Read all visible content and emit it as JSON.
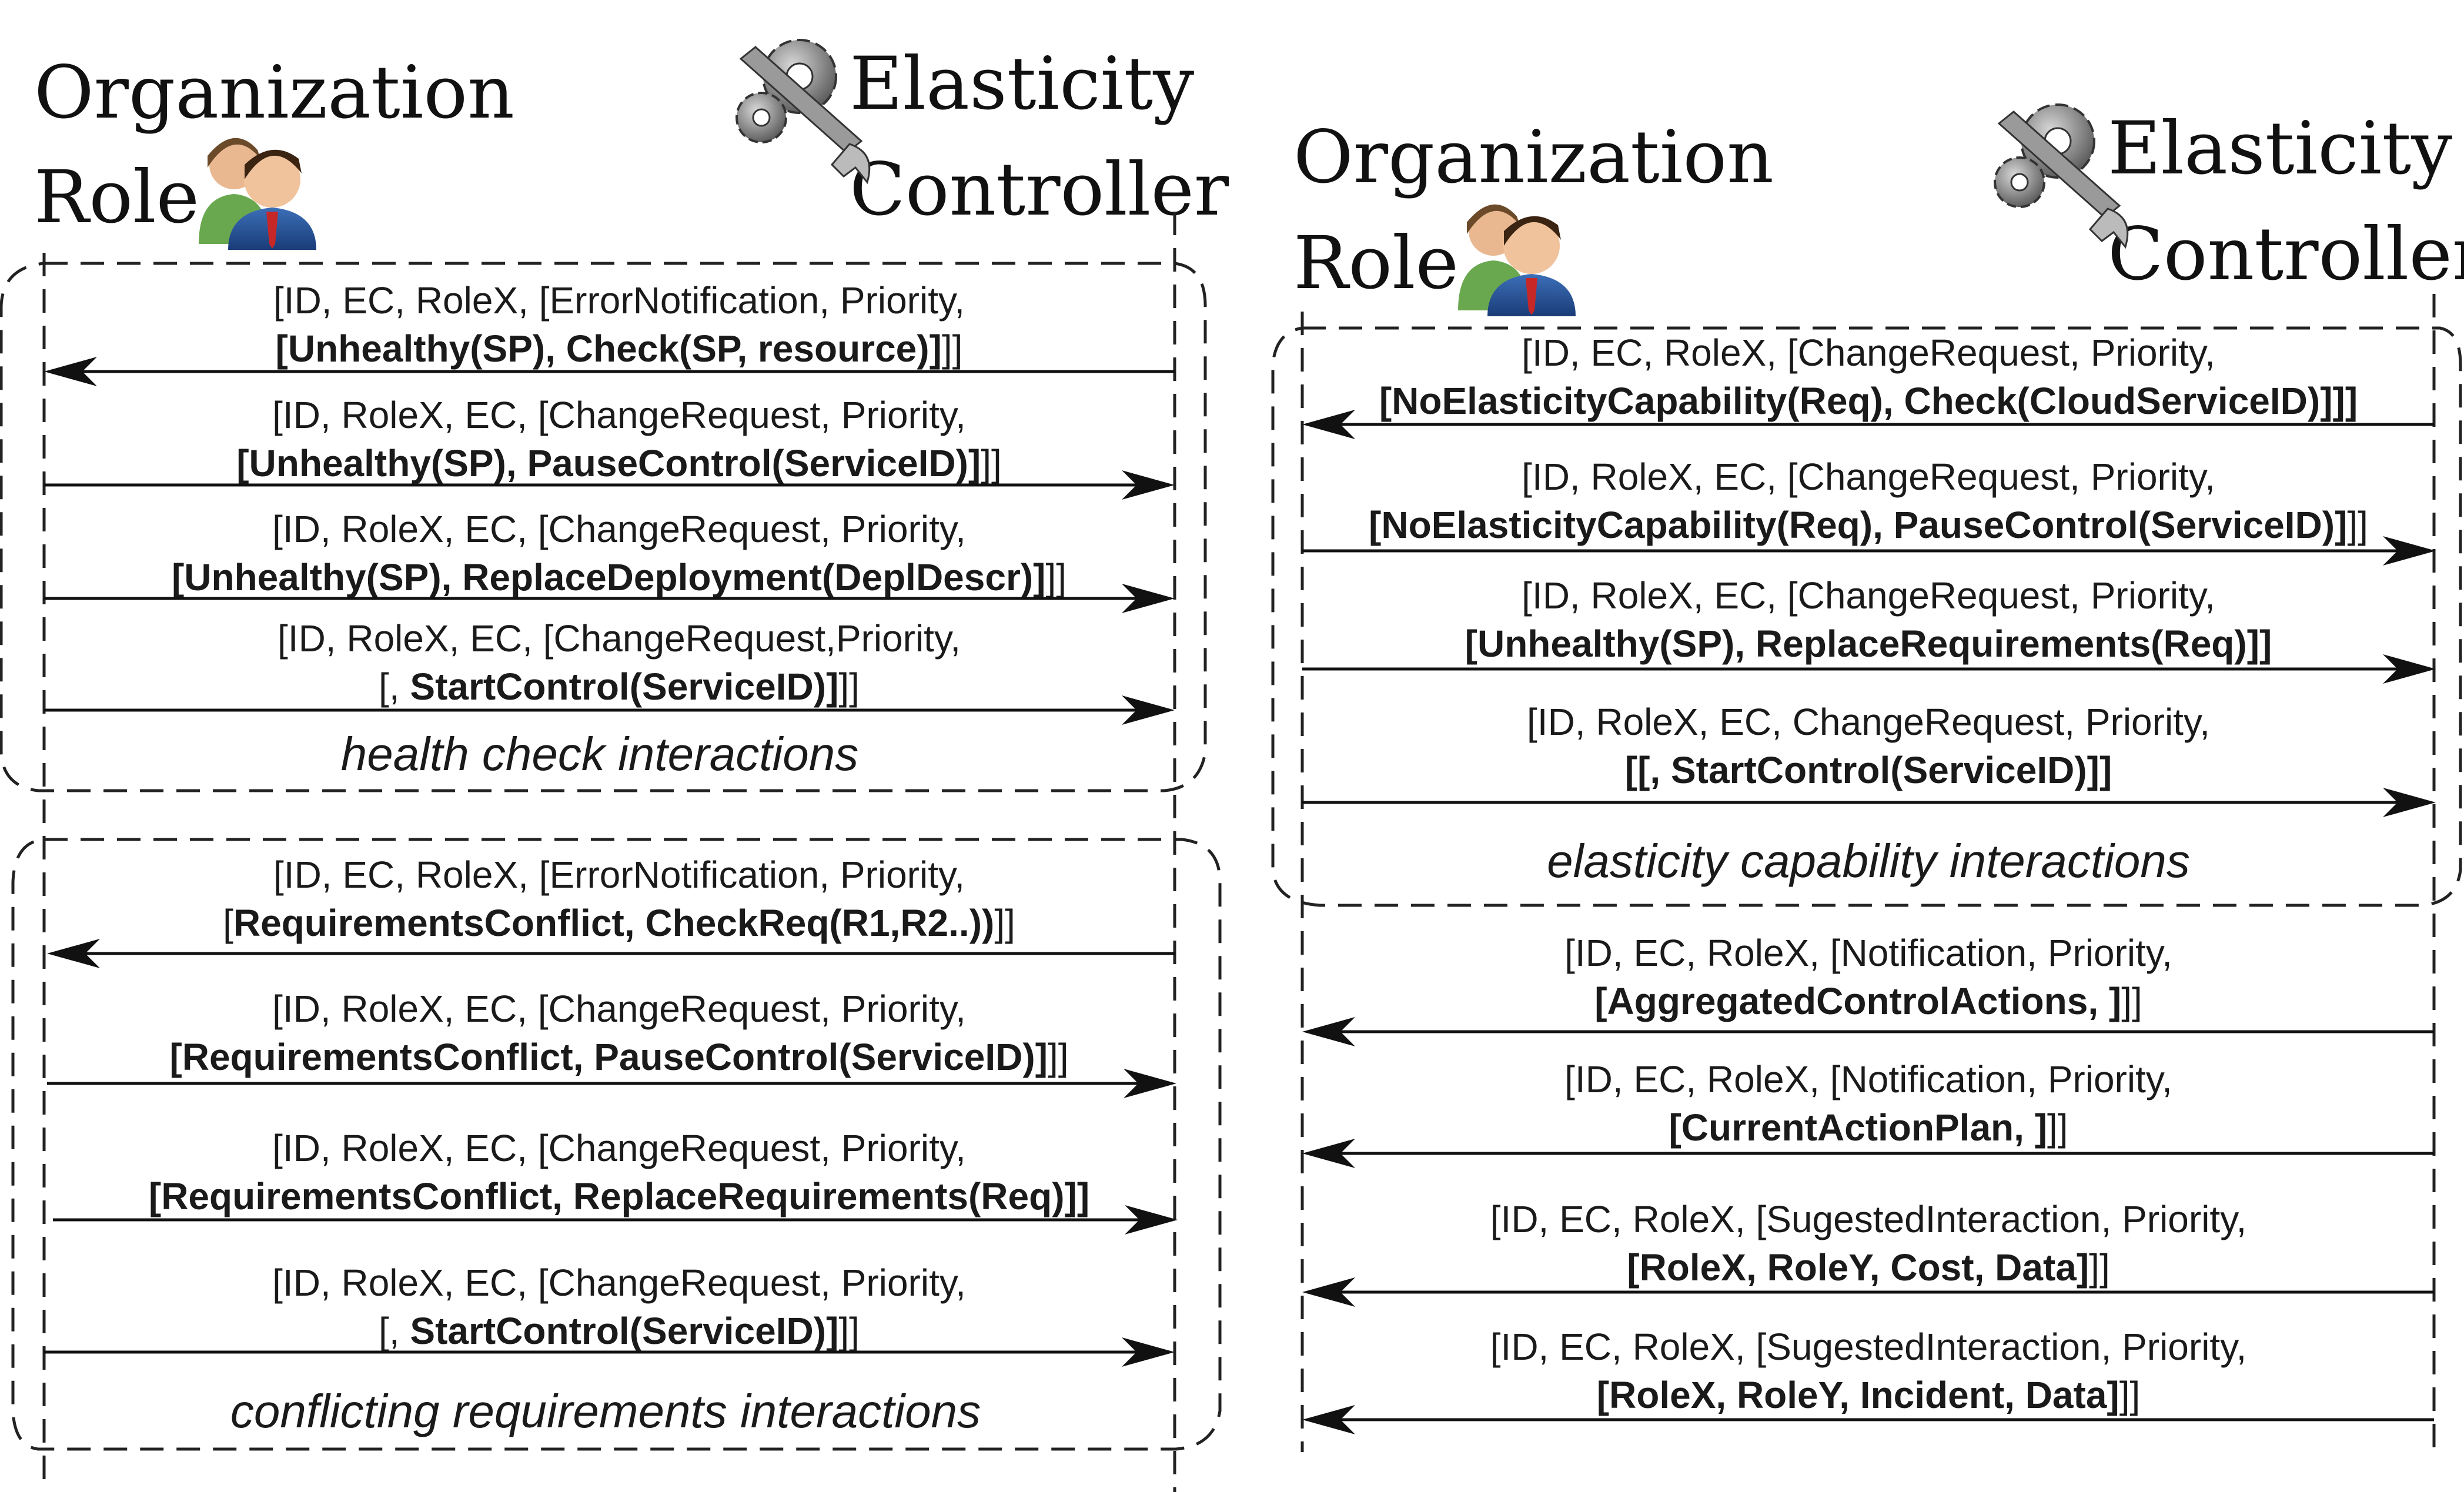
{
  "left_panel": {
    "org_title_line1": "Organization",
    "org_title_line2": "Role",
    "ec_title_line1": "Elasticity",
    "ec_title_line2": "Controller",
    "groups": [
      {
        "caption": "health check interactions",
        "messages": [
          {
            "line1": "[ID, EC, RoleX, [ErrorNotification, Priority,",
            "line2_pre": "",
            "line2_bold": "[Unhealthy(SP), Check(SP, resource)]",
            "line2_post": "]]",
            "direction": "to_org"
          },
          {
            "line1": "[ID, RoleX, EC, [ChangeRequest, Priority,",
            "line2_pre": "",
            "line2_bold": "[Unhealthy(SP), PauseControl(ServiceID)]",
            "line2_post": "]]",
            "direction": "to_ec"
          },
          {
            "line1": "[ID, RoleX, EC, [ChangeRequest, Priority,",
            "line2_pre": "",
            "line2_bold": "[Unhealthy(SP), ReplaceDeployment(DeplDescr)]",
            "line2_post": "]]",
            "direction": "to_ec"
          },
          {
            "line1": "[ID, RoleX, EC, [ChangeRequest,Priority,",
            "line2_pre": "[, ",
            "line2_bold": "StartControl(ServiceID)]",
            "line2_post": "]]",
            "direction": "to_ec"
          }
        ]
      },
      {
        "caption": "conflicting requirements interactions",
        "messages": [
          {
            "line1": "[ID, EC, RoleX, [ErrorNotification, Priority,",
            "line2_pre": "[",
            "line2_bold": "RequirementsConflict, CheckReq(R1,R2..))",
            "line2_post": "]]",
            "direction": "to_org"
          },
          {
            "line1": "[ID, RoleX, EC, [ChangeRequest, Priority,",
            "line2_pre": "",
            "line2_bold": "[RequirementsConflict, PauseControl(ServiceID)]",
            "line2_post": "]]",
            "direction": "to_ec"
          },
          {
            "line1": "[ID, RoleX, EC, [ChangeRequest, Priority,",
            "line2_pre": "",
            "line2_bold": "[RequirementsConflict, ReplaceRequirements(Req)]]",
            "line2_post": "",
            "direction": "to_ec"
          },
          {
            "line1": "[ID, RoleX, EC, [ChangeRequest, Priority,",
            "line2_pre": "[, ",
            "line2_bold": "StartControl(ServiceID)]",
            "line2_post": "]]",
            "direction": "to_ec"
          }
        ]
      }
    ]
  },
  "right_panel": {
    "org_title_line1": "Organization",
    "org_title_line2": "Role",
    "ec_title_line1": "Elasticity",
    "ec_title_line2": "Controller",
    "group": {
      "caption": "elasticity capability interactions",
      "messages": [
        {
          "line1": "[ID, EC, RoleX, [ChangeRequest, Priority,",
          "line2_pre": "",
          "line2_bold": "[NoElasticityCapability(Req), Check(CloudServiceID)]]]",
          "line2_post": "",
          "direction": "to_org"
        },
        {
          "line1": "[ID, RoleX, EC, [ChangeRequest, Priority,",
          "line2_pre": "",
          "line2_bold": "[NoElasticityCapability(Req), PauseControl(ServiceID)]",
          "line2_post": "]]",
          "direction": "to_ec"
        },
        {
          "line1": "[ID, RoleX, EC, [ChangeRequest, Priority,",
          "line2_pre": "",
          "line2_bold": "[Unhealthy(SP), ReplaceRequirements(Req)]]",
          "line2_post": "",
          "direction": "to_ec"
        },
        {
          "line1": "[ID, RoleX, EC, ChangeRequest, Priority,",
          "line2_pre": "",
          "line2_bold": "[[, StartControl(ServiceID)]]",
          "line2_post": "",
          "direction": "to_ec"
        }
      ]
    },
    "free_messages": [
      {
        "line1": "[ID, EC, RoleX, [Notification, Priority,",
        "line2_pre": "",
        "line2_bold": "[AggregatedControlActions, ]",
        "line2_post": "]]",
        "direction": "to_org"
      },
      {
        "line1": "[ID, EC, RoleX, [Notification, Priority,",
        "line2_pre": "",
        "line2_bold": "[CurrentActionPlan, ]",
        "line2_post": "]]",
        "direction": "to_org"
      },
      {
        "line1": "[ID, EC, RoleX, [SugestedInteraction, Priority,",
        "line2_pre": "",
        "line2_bold": "[RoleX, RoleY, Cost, Data]",
        "line2_post": "]]",
        "direction": "to_org"
      },
      {
        "line1": "[ID, EC, RoleX, [SugestedInteraction, Priority,",
        "line2_pre": "",
        "line2_bold": "[RoleX, RoleY, Incident, Data]",
        "line2_post": "]]",
        "direction": "to_org"
      }
    ]
  }
}
